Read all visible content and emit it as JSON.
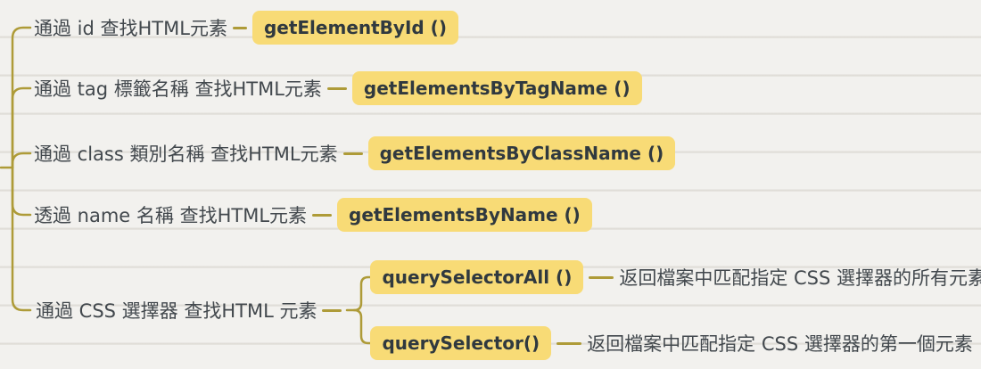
{
  "colors": {
    "background": "#f2f1ee",
    "connector": "#ae9b38",
    "chip_bg": "#f8db76",
    "chip_text": "#30393f",
    "label_text": "#42484d"
  },
  "mindmap": {
    "branches": [
      {
        "label": "通過 id 查找HTML元素",
        "method": "getElementById ()"
      },
      {
        "label": "通過 tag 標籤名稱 查找HTML元素",
        "method": "getElementsByTagName ()"
      },
      {
        "label": "通過 class 類別名稱 查找HTML元素",
        "method": "getElementsByClassName ()"
      },
      {
        "label": "透過 name 名稱 查找HTML元素",
        "method": "getElementsByName ()"
      },
      {
        "label": "通過 CSS 選擇器 查找HTML 元素",
        "children": [
          {
            "method": "querySelectorAll ()",
            "description": "返回檔案中匹配指定 CSS 選擇器的所有元素"
          },
          {
            "method": "querySelector()",
            "description": "返回檔案中匹配指定 CSS 選擇器的第一個元素"
          }
        ]
      }
    ]
  }
}
